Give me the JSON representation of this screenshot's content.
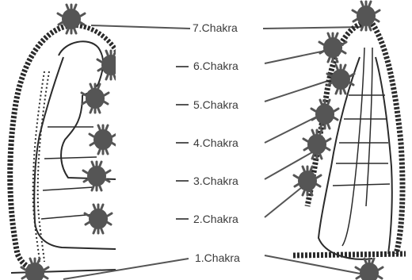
{
  "labels": {
    "c7": "7.Chakra",
    "c6": "6.Chakra",
    "c5": "5.Chakra",
    "c4": "4.Chakra",
    "c3": "3.Chakra",
    "c2": "2.Chakra",
    "c1": "1.Chakra"
  },
  "colors": {
    "ink": "#2b2b2b",
    "chakra_fill": "#555555",
    "label_text": "#3a3a3a"
  }
}
